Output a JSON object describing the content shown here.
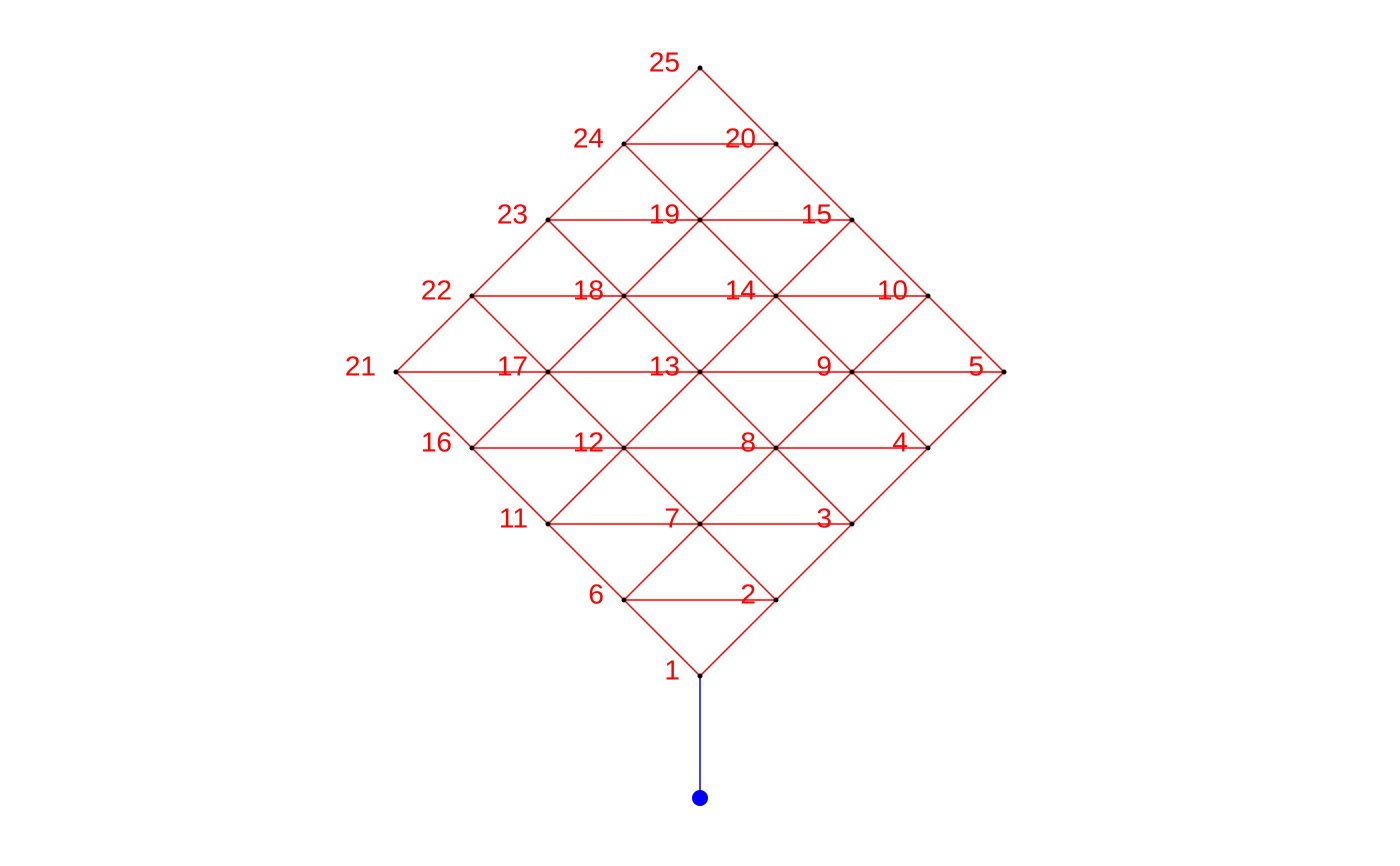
{
  "graph": {
    "colors": {
      "mesh": "#ff0000",
      "label": "#ff0000",
      "root": "#0000ff",
      "node": "#000000"
    },
    "grid_size": 5,
    "nodes": [
      {
        "id": 1,
        "label": "1"
      },
      {
        "id": 2,
        "label": "2"
      },
      {
        "id": 3,
        "label": "3"
      },
      {
        "id": 4,
        "label": "4"
      },
      {
        "id": 5,
        "label": "5"
      },
      {
        "id": 6,
        "label": "6"
      },
      {
        "id": 7,
        "label": "7"
      },
      {
        "id": 8,
        "label": "8"
      },
      {
        "id": 9,
        "label": "9"
      },
      {
        "id": 10,
        "label": "10"
      },
      {
        "id": 11,
        "label": "11"
      },
      {
        "id": 12,
        "label": "12"
      },
      {
        "id": 13,
        "label": "13"
      },
      {
        "id": 14,
        "label": "14"
      },
      {
        "id": 15,
        "label": "15"
      },
      {
        "id": 16,
        "label": "16"
      },
      {
        "id": 17,
        "label": "17"
      },
      {
        "id": 18,
        "label": "18"
      },
      {
        "id": 19,
        "label": "19"
      },
      {
        "id": 20,
        "label": "20"
      },
      {
        "id": 21,
        "label": "21"
      },
      {
        "id": 22,
        "label": "22"
      },
      {
        "id": 23,
        "label": "23"
      },
      {
        "id": 24,
        "label": "24"
      },
      {
        "id": 25,
        "label": "25"
      }
    ],
    "root_node": 1
  }
}
